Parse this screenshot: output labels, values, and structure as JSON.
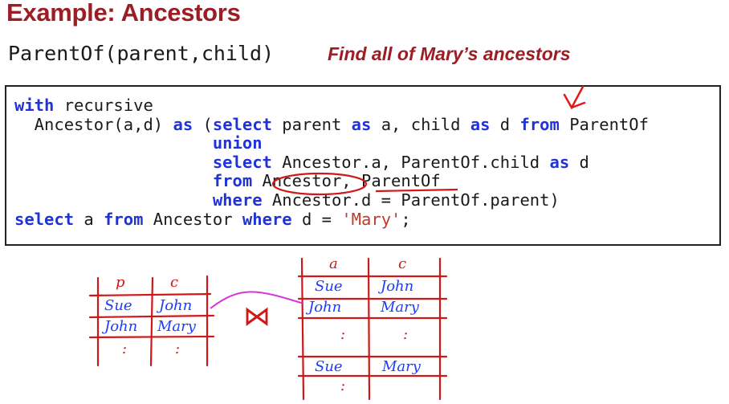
{
  "title": "Example: Ancestors",
  "schema": "ParentOf(parent,child)",
  "task": "Find all of Mary’s ancestors",
  "code": {
    "l1_kw1": "with",
    "l1_t1": " recursive",
    "l2_t1": "  Ancestor(a,d) ",
    "l2_kw1": "as",
    "l2_t2": " (",
    "l2_kw2": "select",
    "l2_t3": " parent ",
    "l2_kw3": "as",
    "l2_t4": " a, child ",
    "l2_kw4": "as",
    "l2_t5": " d ",
    "l2_kw5": "from",
    "l2_t6": " ParentOf",
    "l3_pad": "                    ",
    "l3_kw1": "union",
    "l4_pad": "                    ",
    "l4_kw1": "select",
    "l4_t1": " Ancestor.a, ParentOf.child ",
    "l4_kw2": "as",
    "l4_t2": " d",
    "l5_pad": "                    ",
    "l5_kw1": "from",
    "l5_t1": " Ancestor, ParentOf",
    "l6_pad": "                    ",
    "l6_kw1": "where",
    "l6_t1": " Ancestor.d = ParentOf.parent)",
    "l7_kw1": "select",
    "l7_t1": " a ",
    "l7_kw2": "from",
    "l7_t2": " Ancestor ",
    "l7_kw3": "where",
    "l7_t3": " d = ",
    "l7_str": "'Mary'",
    "l7_t4": ";"
  },
  "sketch": {
    "left_table": {
      "headers": [
        "p",
        "c"
      ],
      "rows": [
        [
          "Sue",
          "John"
        ],
        [
          "John",
          "Mary"
        ],
        [
          ":",
          ":"
        ]
      ]
    },
    "join_symbol": "⋈",
    "right_table": {
      "headers": [
        "a",
        "c"
      ],
      "rows": [
        [
          "Sue",
          "John"
        ],
        [
          "John",
          "Mary"
        ],
        [
          ":",
          ":"
        ],
        [
          "Sue",
          "Mary"
        ],
        [
          ":",
          ""
        ]
      ]
    }
  },
  "colors": {
    "title": "#9a1e24",
    "keyword": "#1f33d8",
    "string": "#c0392b",
    "ink_red": "#d01818",
    "ink_blue": "#1c3cff",
    "ink_magenta": "#d636d6"
  }
}
